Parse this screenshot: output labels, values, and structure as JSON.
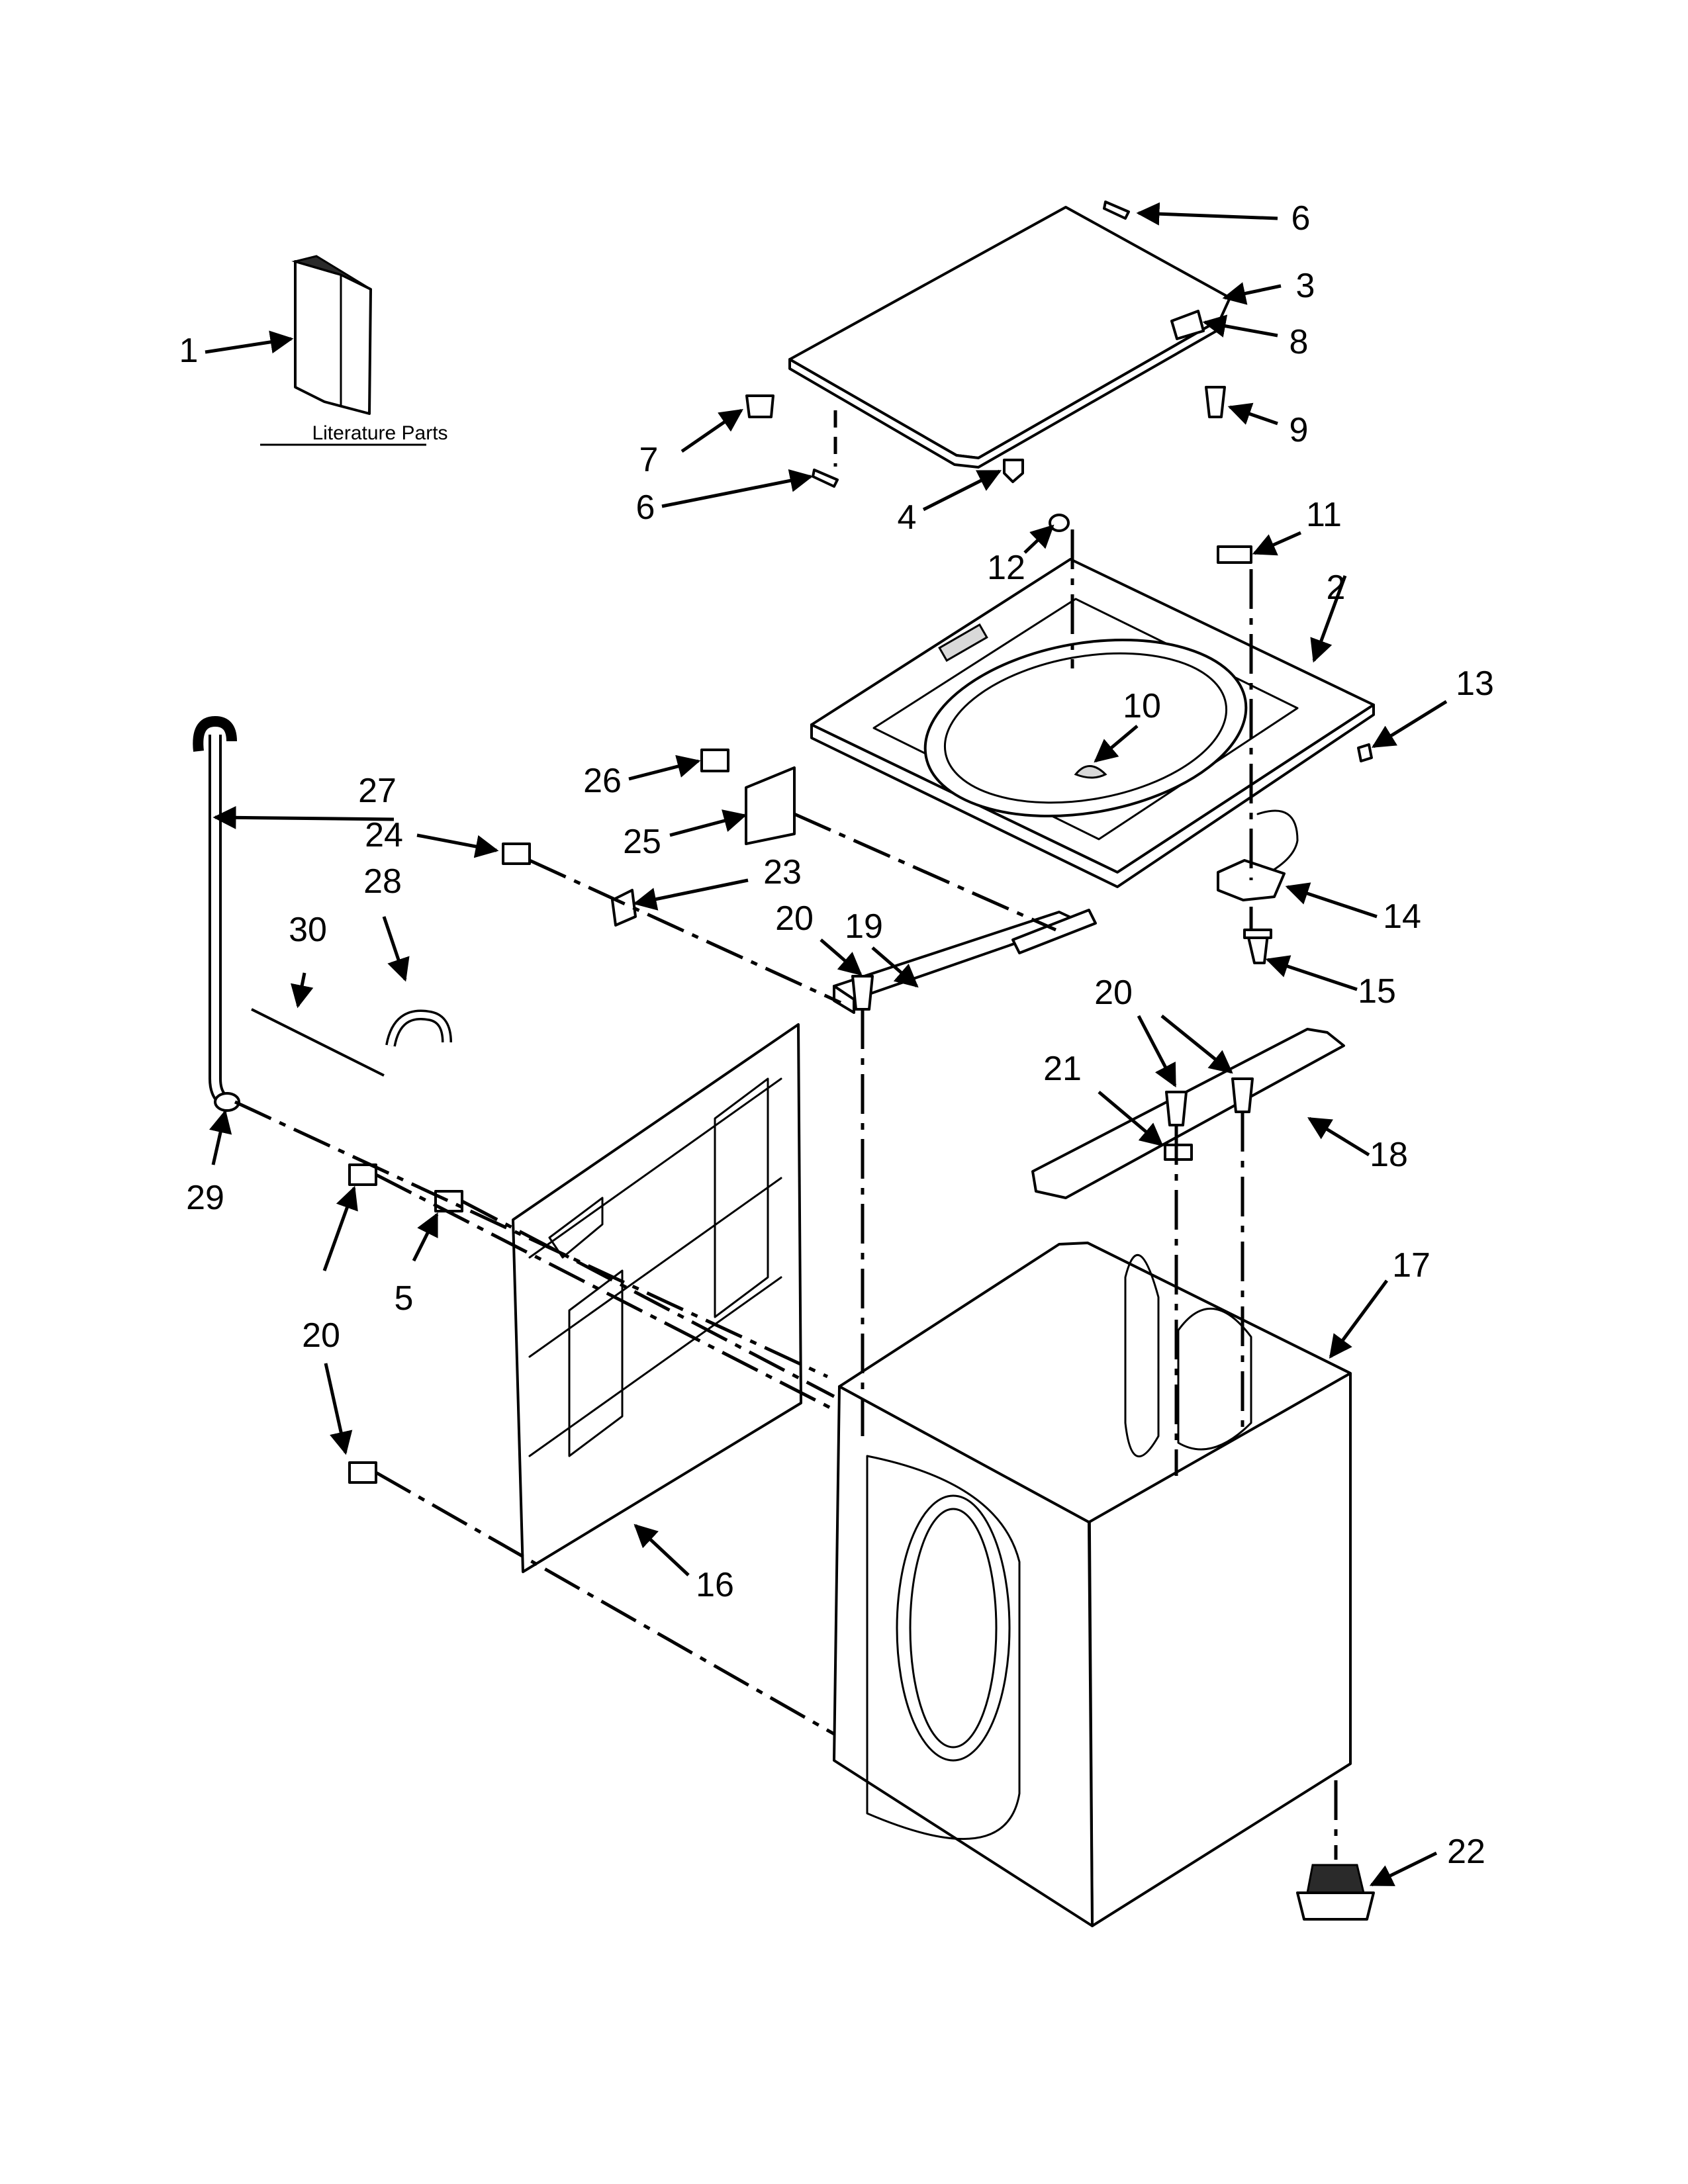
{
  "literature_caption": "Literature Parts",
  "callouts": [
    {
      "id": "c1",
      "label": "1"
    },
    {
      "id": "c2",
      "label": "2"
    },
    {
      "id": "c3",
      "label": "3"
    },
    {
      "id": "c4",
      "label": "4"
    },
    {
      "id": "c5",
      "label": "5"
    },
    {
      "id": "c6a",
      "label": "6"
    },
    {
      "id": "c6b",
      "label": "6"
    },
    {
      "id": "c7",
      "label": "7"
    },
    {
      "id": "c8",
      "label": "8"
    },
    {
      "id": "c9",
      "label": "9"
    },
    {
      "id": "c10",
      "label": "10"
    },
    {
      "id": "c11",
      "label": "11"
    },
    {
      "id": "c12",
      "label": "12"
    },
    {
      "id": "c13",
      "label": "13"
    },
    {
      "id": "c14",
      "label": "14"
    },
    {
      "id": "c15",
      "label": "15"
    },
    {
      "id": "c16",
      "label": "16"
    },
    {
      "id": "c17",
      "label": "17"
    },
    {
      "id": "c18",
      "label": "18"
    },
    {
      "id": "c19",
      "label": "19"
    },
    {
      "id": "c20a",
      "label": "20"
    },
    {
      "id": "c20b",
      "label": "20"
    },
    {
      "id": "c20c",
      "label": "20"
    },
    {
      "id": "c21",
      "label": "21"
    },
    {
      "id": "c22",
      "label": "22"
    },
    {
      "id": "c23",
      "label": "23"
    },
    {
      "id": "c24",
      "label": "24"
    },
    {
      "id": "c25",
      "label": "25"
    },
    {
      "id": "c26",
      "label": "26"
    },
    {
      "id": "c27",
      "label": "27"
    },
    {
      "id": "c28",
      "label": "28"
    },
    {
      "id": "c29",
      "label": "29"
    },
    {
      "id": "c30",
      "label": "30"
    }
  ]
}
